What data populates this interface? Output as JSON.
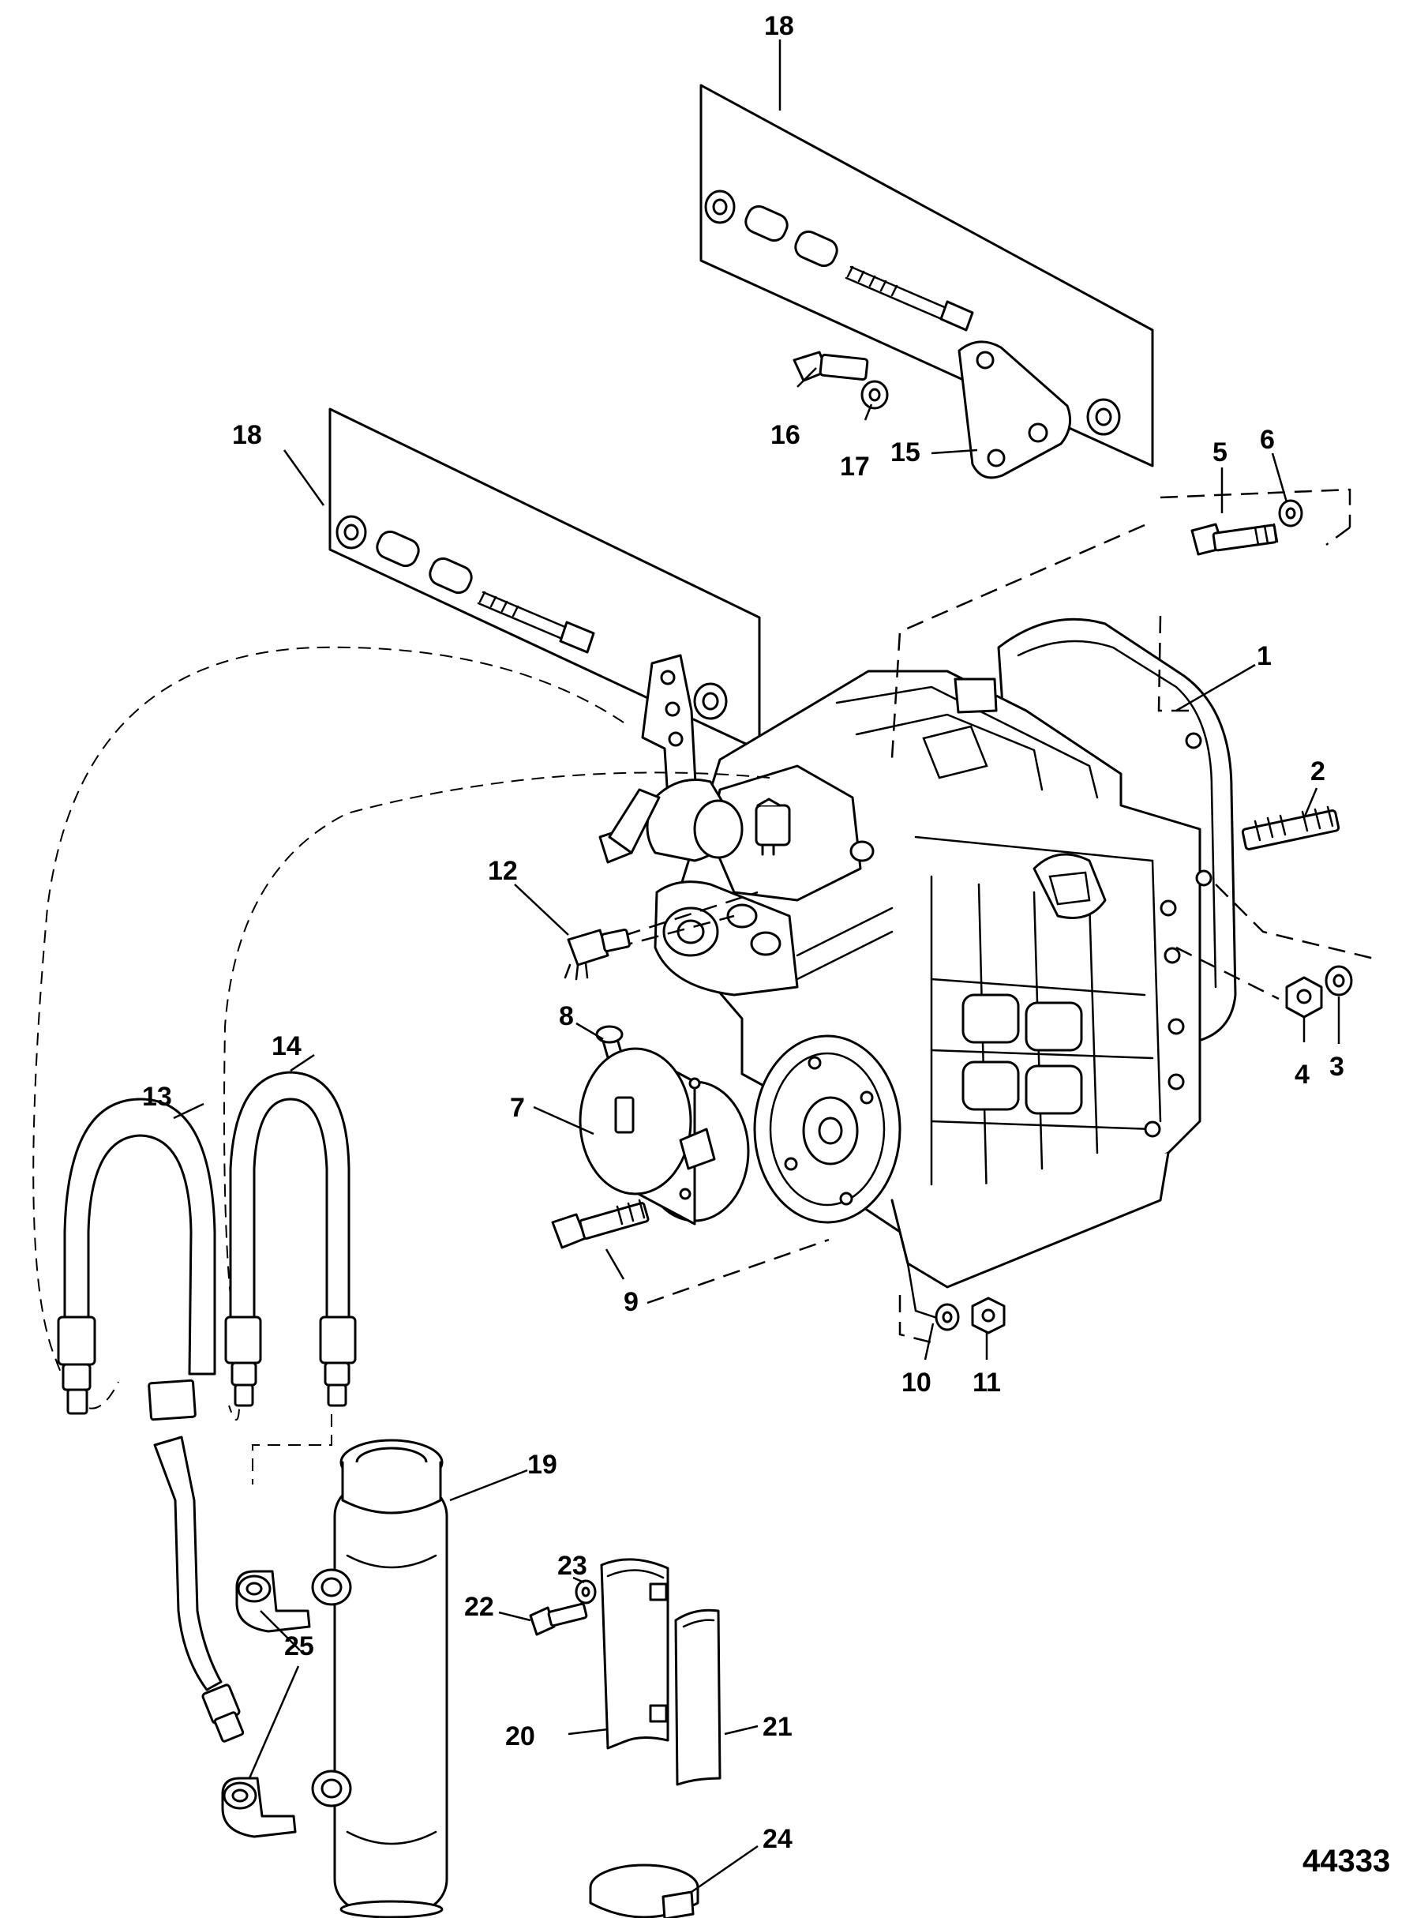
{
  "figure_number": "44333",
  "callouts": [
    "1",
    "2",
    "3",
    "4",
    "5",
    "6",
    "7",
    "8",
    "9",
    "10",
    "11",
    "12",
    "13",
    "14",
    "15",
    "16",
    "17",
    "18",
    "18",
    "19",
    "20",
    "21",
    "22",
    "23",
    "24",
    "25"
  ]
}
